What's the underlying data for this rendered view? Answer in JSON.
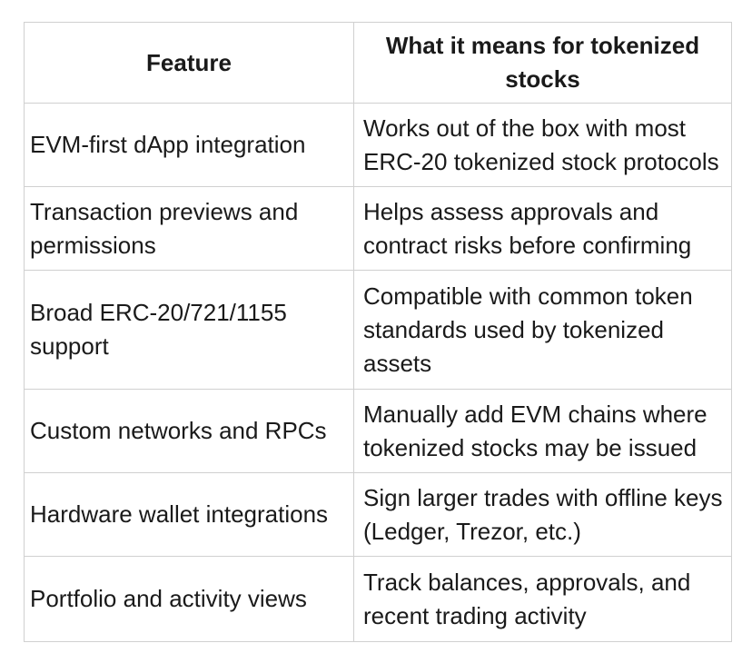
{
  "colors": {
    "border": "#d0d0d0",
    "text": "#1a1a1a",
    "background": "#ffffff"
  },
  "table": {
    "header": {
      "feature": "Feature",
      "meaning": "What it means for tokenized stocks"
    },
    "rows": [
      {
        "feature": "EVM-first dApp integration",
        "meaning": "Works out of the box with most ERC-20 tokenized stock protocols"
      },
      {
        "feature": "Transaction previews and permissions",
        "meaning": "Helps assess approvals and contract risks before confirming"
      },
      {
        "feature": "Broad ERC-20/721/1155 support",
        "meaning": "Compatible with common token standards used by tokenized assets"
      },
      {
        "feature": "Custom networks and RPCs",
        "meaning": "Manually add EVM chains where tokenized stocks may be issued"
      },
      {
        "feature": "Hardware wallet integrations",
        "meaning": "Sign larger trades with offline keys (Ledger, Trezor, etc.)"
      },
      {
        "feature": "Portfolio and activity views",
        "meaning": "Track balances, approvals, and recent trading activity"
      }
    ]
  }
}
